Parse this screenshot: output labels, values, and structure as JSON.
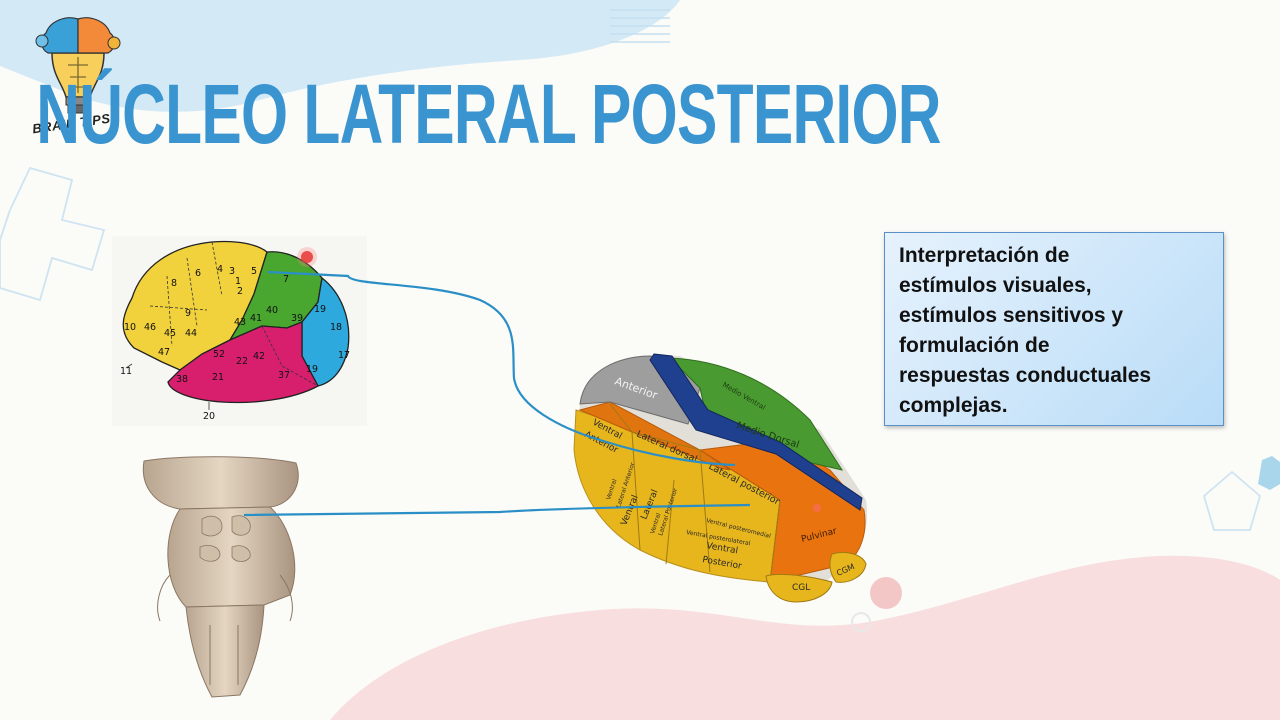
{
  "slide": {
    "title": "NÚCLEO LATERAL POSTERIOR",
    "logo_label": "BRAIN TIPS",
    "info_lines": [
      "Interpretación de",
      "estímulos visuales,",
      "estímulos sensitivos y",
      "formulación de",
      "respuestas conductuales",
      "complejas."
    ],
    "colors": {
      "title": "#3a94d0",
      "connector": "#2a8fc6",
      "box_border": "#5a90c8",
      "pointer": "#e02020"
    }
  },
  "brodmann_map": {
    "labels": [
      "4",
      "6",
      "8",
      "3",
      "1",
      "2",
      "5",
      "7",
      "9",
      "46",
      "10",
      "45",
      "44",
      "43",
      "41",
      "40",
      "39",
      "19",
      "18",
      "17",
      "52",
      "22",
      "42",
      "38",
      "21",
      "37",
      "47",
      "11",
      "20",
      "19"
    ]
  },
  "thalamus": {
    "labels": {
      "anterior": "Anterior",
      "medio_ventral": "Medio Ventral",
      "medio_dorsal": "Medio Dorsal",
      "ventral_anterior_1": "Ventral",
      "ventral_anterior_2": "Anterior",
      "lateral_dorsal": "Lateral dorsal",
      "lateral_posterior": "Lateral posterior",
      "ventral_lateral_1": "Ventral",
      "ventral_lateral_2": "Lateral",
      "vl_anterior_1": "Ventral",
      "vl_anterior_2": "Lateral Anterior",
      "vl_posterior_1": "Ventral",
      "vl_posterior_2": "Lateral Posterior",
      "ventral_posteromedial": "Ventral posteromedial",
      "ventral_posterolateral": "Ventral posterolateral",
      "ventral_posterior_1": "Ventral",
      "ventral_posterior_2": "Posterior",
      "pulvinar": "Pulvinar",
      "cgl": "CGL",
      "cgm": "CGM"
    }
  }
}
